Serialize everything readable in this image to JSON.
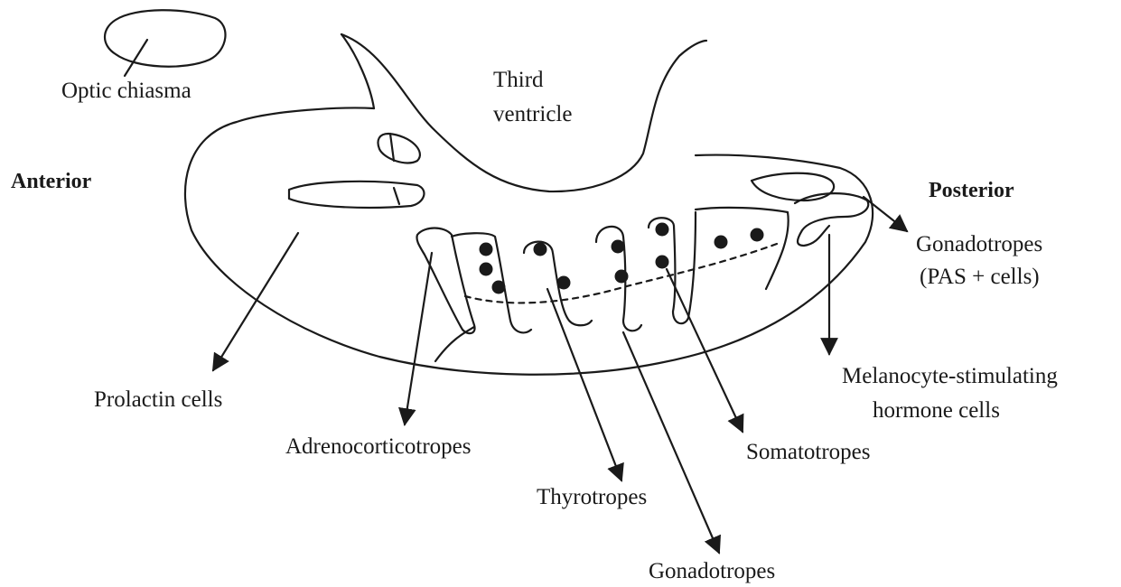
{
  "labels": {
    "optic_chiasma": "Optic chiasma",
    "third_ventricle_line1": "Third",
    "third_ventricle_line2": "ventricle",
    "anterior": "Anterior",
    "posterior": "Posterior",
    "gonadotropes_pas_line1": "Gonadotropes",
    "gonadotropes_pas_line2": "(PAS + cells)",
    "prolactin": "Prolactin cells",
    "adrenocorticotropes": "Adrenocorticotropes",
    "thyrotropes": "Thyrotropes",
    "gonadotropes": "Gonadotropes",
    "somatotropes": "Somatotropes",
    "msh_line1": "Melanocyte-stimulating",
    "msh_line2": "hormone cells"
  },
  "colors": {
    "ink": "#1a1a1a",
    "background": "#ffffff"
  }
}
